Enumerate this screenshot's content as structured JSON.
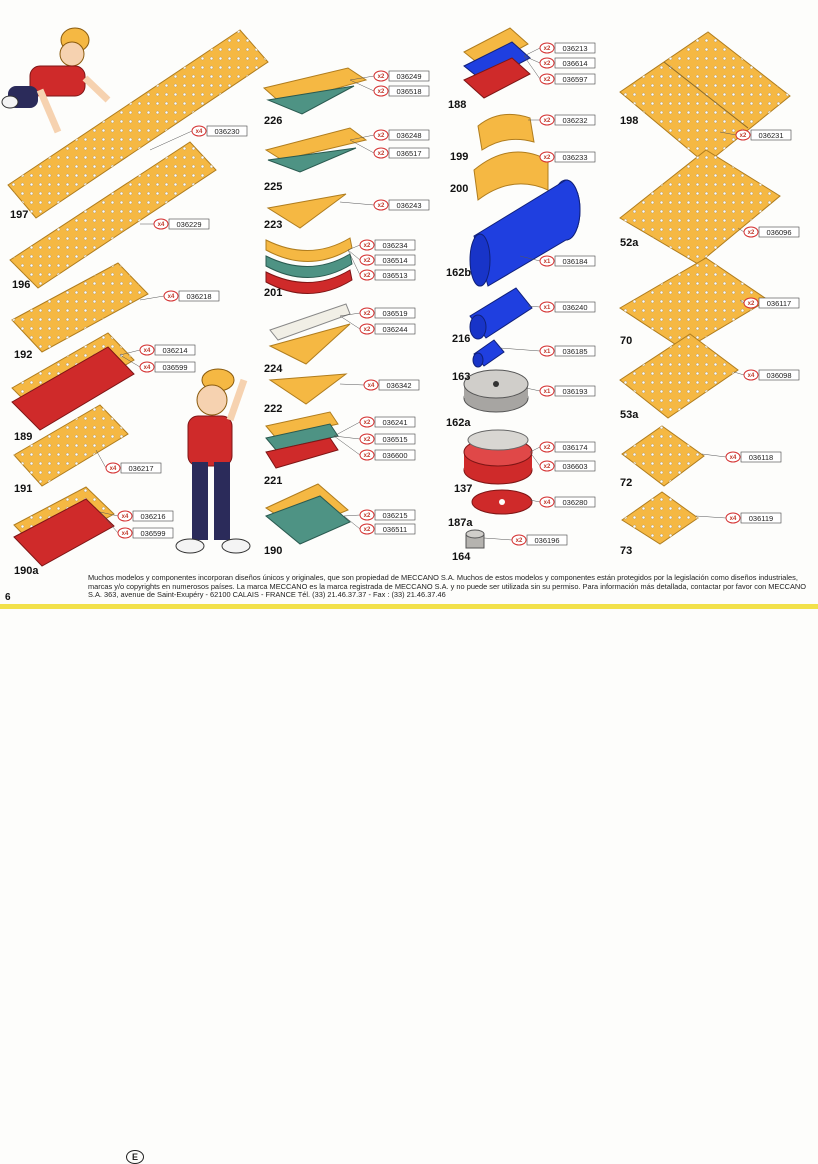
{
  "page_number": "6",
  "footer": {
    "language_badge": "E",
    "text": "Muchos modelos y componentes incorporan diseños únicos y originales, que son propiedad de MECCANO S.A. Muchos de estos modelos y componentes están protegidos por la legislación como diseños industriales, marcas y/o copyrights en numerosos países. La marca MECCANO es la marca registrada de MECCANO S.A. y no puede ser utilizada sin su permiso. Para información más detallada, contactar por favor con MECCANO S.A. 363, avenue de Saint-Exupéry - 62100 CALAIS - FRANCE Tél. (33) 21.46.37.37 - Fax : (33) 21.46.37.46"
  },
  "colors": {
    "orange": "#f5b843",
    "teal": "#4e9384",
    "red": "#cf2a2a",
    "blue": "#1f3fe0",
    "white": "#f1efe6",
    "grey": "#c9c7c4",
    "tag": "#d43030"
  },
  "parts": [
    {
      "id": "p197",
      "number": "197",
      "codes": [
        {
          "qty": "x4",
          "code": "036230"
        }
      ]
    },
    {
      "id": "p196",
      "number": "196",
      "codes": [
        {
          "qty": "x4",
          "code": "036229"
        }
      ]
    },
    {
      "id": "p192",
      "number": "192",
      "codes": [
        {
          "qty": "x4",
          "code": "036218"
        }
      ]
    },
    {
      "id": "p189",
      "number": "189",
      "codes": [
        {
          "qty": "x4",
          "code": "036214"
        },
        {
          "qty": "x4",
          "code": "036599"
        }
      ]
    },
    {
      "id": "p191",
      "number": "191",
      "codes": [
        {
          "qty": "x4",
          "code": "036217"
        }
      ]
    },
    {
      "id": "p190a",
      "number": "190a",
      "codes": [
        {
          "qty": "x4",
          "code": "036216"
        },
        {
          "qty": "x4",
          "code": "036599"
        }
      ]
    },
    {
      "id": "p226",
      "number": "226",
      "codes": [
        {
          "qty": "x2",
          "code": "036249"
        },
        {
          "qty": "x2",
          "code": "036518"
        }
      ]
    },
    {
      "id": "p225",
      "number": "225",
      "codes": [
        {
          "qty": "x2",
          "code": "036248"
        },
        {
          "qty": "x2",
          "code": "036517"
        }
      ]
    },
    {
      "id": "p223",
      "number": "223",
      "codes": [
        {
          "qty": "x2",
          "code": "036243"
        }
      ]
    },
    {
      "id": "p201",
      "number": "201",
      "codes": [
        {
          "qty": "x2",
          "code": "036234"
        },
        {
          "qty": "x2",
          "code": "036514"
        },
        {
          "qty": "x2",
          "code": "036513"
        }
      ]
    },
    {
      "id": "p224",
      "number": "224",
      "codes": [
        {
          "qty": "x2",
          "code": "036519"
        },
        {
          "qty": "x2",
          "code": "036244"
        }
      ]
    },
    {
      "id": "p222",
      "number": "222",
      "codes": [
        {
          "qty": "x4",
          "code": "036342"
        }
      ]
    },
    {
      "id": "p221",
      "number": "221",
      "codes": [
        {
          "qty": "x2",
          "code": "036241"
        },
        {
          "qty": "x2",
          "code": "036515"
        },
        {
          "qty": "x2",
          "code": "036600"
        }
      ]
    },
    {
      "id": "p190",
      "number": "190",
      "codes": [
        {
          "qty": "x2",
          "code": "036215"
        },
        {
          "qty": "x2",
          "code": "036511"
        }
      ]
    },
    {
      "id": "p188",
      "number": "188",
      "codes": [
        {
          "qty": "x2",
          "code": "036213"
        },
        {
          "qty": "x2",
          "code": "036614"
        },
        {
          "qty": "x2",
          "code": "036597"
        }
      ]
    },
    {
      "id": "p199",
      "number": "199",
      "codes": [
        {
          "qty": "x2",
          "code": "036232"
        }
      ]
    },
    {
      "id": "p200",
      "number": "200",
      "codes": [
        {
          "qty": "x2",
          "code": "036233"
        }
      ]
    },
    {
      "id": "p162b",
      "number": "162b",
      "codes": [
        {
          "qty": "x1",
          "code": "036184"
        }
      ]
    },
    {
      "id": "p216",
      "number": "216",
      "codes": [
        {
          "qty": "x1",
          "code": "036240"
        }
      ]
    },
    {
      "id": "p163",
      "number": "163",
      "codes": [
        {
          "qty": "x1",
          "code": "036185"
        }
      ]
    },
    {
      "id": "p162a",
      "number": "162a",
      "codes": [
        {
          "qty": "x1",
          "code": "036193"
        }
      ]
    },
    {
      "id": "p137",
      "number": "137",
      "codes": [
        {
          "qty": "x2",
          "code": "036174"
        },
        {
          "qty": "x2",
          "code": "036603"
        }
      ]
    },
    {
      "id": "p187a",
      "number": "187a",
      "codes": [
        {
          "qty": "x4",
          "code": "036280"
        }
      ]
    },
    {
      "id": "p164",
      "number": "164",
      "codes": [
        {
          "qty": "x2",
          "code": "036196"
        }
      ]
    },
    {
      "id": "p198",
      "number": "198",
      "codes": [
        {
          "qty": "x2",
          "code": "036231"
        }
      ]
    },
    {
      "id": "p52a",
      "number": "52a",
      "codes": [
        {
          "qty": "x2",
          "code": "036096"
        }
      ]
    },
    {
      "id": "p70",
      "number": "70",
      "codes": [
        {
          "qty": "x2",
          "code": "036117"
        }
      ]
    },
    {
      "id": "p53a",
      "number": "53a",
      "codes": [
        {
          "qty": "x4",
          "code": "036098"
        }
      ]
    },
    {
      "id": "p72",
      "number": "72",
      "codes": [
        {
          "qty": "x4",
          "code": "036118"
        }
      ]
    },
    {
      "id": "p73",
      "number": "73",
      "codes": [
        {
          "qty": "x4",
          "code": "036119"
        }
      ]
    }
  ]
}
